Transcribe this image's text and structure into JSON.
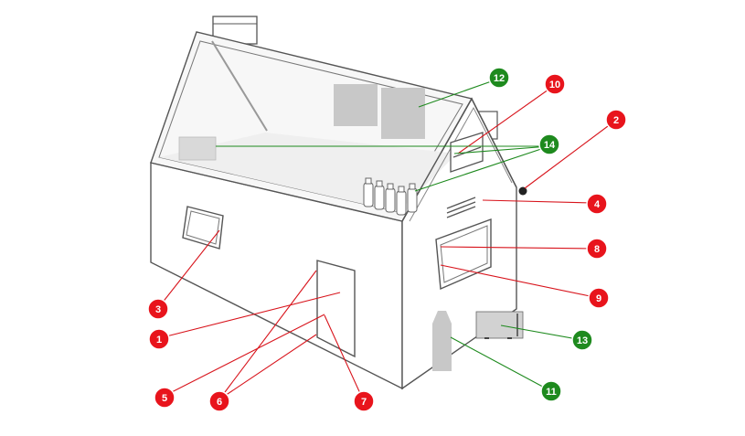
{
  "colors": {
    "problem": "#e8141c",
    "solution": "#1e8a1e",
    "outline": "#555555",
    "fill_light": "#f2f2f2",
    "fill_grey": "#c8c8c8"
  },
  "markers": [
    {
      "id": "m1",
      "label": "1",
      "kind": "problem"
    },
    {
      "id": "m2",
      "label": "2",
      "kind": "problem"
    },
    {
      "id": "m3",
      "label": "3",
      "kind": "problem"
    },
    {
      "id": "m4",
      "label": "4",
      "kind": "problem"
    },
    {
      "id": "m5",
      "label": "5",
      "kind": "problem"
    },
    {
      "id": "m6",
      "label": "6",
      "kind": "problem"
    },
    {
      "id": "m7",
      "label": "7",
      "kind": "problem"
    },
    {
      "id": "m8",
      "label": "8",
      "kind": "problem"
    },
    {
      "id": "m9",
      "label": "9",
      "kind": "problem"
    },
    {
      "id": "m10",
      "label": "10",
      "kind": "problem"
    },
    {
      "id": "m11",
      "label": "11",
      "kind": "solution"
    },
    {
      "id": "m12",
      "label": "12",
      "kind": "solution"
    },
    {
      "id": "m13",
      "label": "13",
      "kind": "solution"
    },
    {
      "id": "m14",
      "label": "14",
      "kind": "solution"
    }
  ]
}
